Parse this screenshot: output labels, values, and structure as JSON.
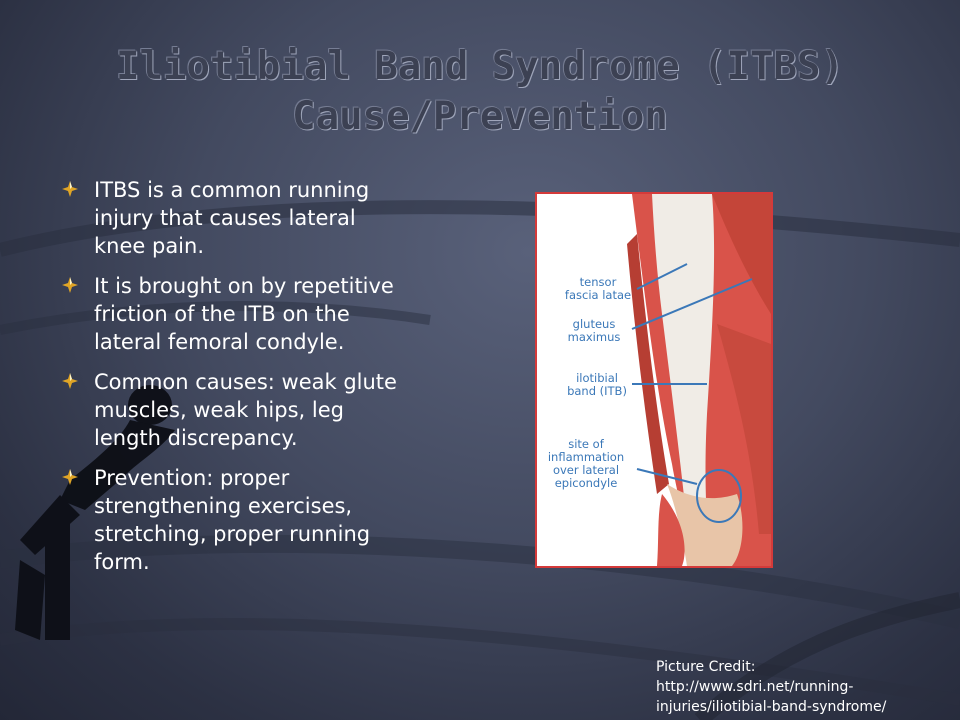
{
  "slide": {
    "title_line1": "Iliotibial Band Syndrome (ITBS)",
    "title_line2": "Cause/Prevention",
    "bullets": [
      "ITBS is a common running injury that causes lateral knee pain.",
      "It is brought on by repetitive friction of the ITB on the lateral femoral condyle.",
      "Common causes: weak glute muscles, weak hips, leg length discrepancy.",
      "Prevention: proper strengthening exercises, stretching, proper running form."
    ],
    "bullet_icon": "diamond-bullet-icon",
    "figure": {
      "labels": [
        {
          "line1": "tensor",
          "line2": "fascia latae"
        },
        {
          "line1": "gluteus",
          "line2": "maximus"
        },
        {
          "line1": "ilotibial",
          "line2": "band (ITB)"
        },
        {
          "line1": "site of",
          "line2": "inflammation",
          "line3": "over lateral",
          "line4": "epicondyle"
        }
      ]
    },
    "credit": {
      "line1": "Picture Credit:",
      "line2": "http://www.sdri.net/running-",
      "line3": "injuries/iliotibial-band-syndrome/"
    },
    "colors": {
      "background": "#434a60",
      "title": "#3c4153",
      "text": "#ffffff",
      "figure_border": "#d43a3a",
      "label": "#3b78b8",
      "bullet": "#e0a526"
    }
  }
}
